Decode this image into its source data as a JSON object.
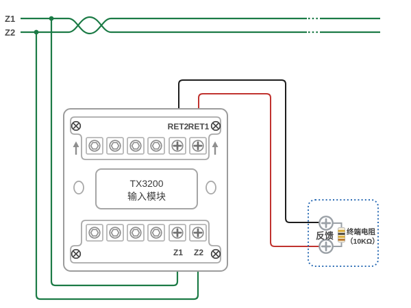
{
  "diagram": {
    "bus": {
      "z1_label": "Z1",
      "z2_label": "Z2"
    },
    "module": {
      "model": "TX3200",
      "name": "输入模块",
      "ret2_label": "RET2",
      "ret1_label": "RET1",
      "z1_label": "Z1",
      "z2_label": "Z2"
    },
    "feedback_device": {
      "label": "反馈",
      "resistor_name": "终端电阻",
      "resistor_value": "（10KΩ）"
    },
    "colors": {
      "bus_wire_green": "#1b7a45",
      "signal_wire_black": "#1c1c1c",
      "signal_wire_red": "#c0322e",
      "dashed_boundary_blue": "#2a6bb4",
      "module_outline_gray": "#9b9b9b"
    }
  }
}
